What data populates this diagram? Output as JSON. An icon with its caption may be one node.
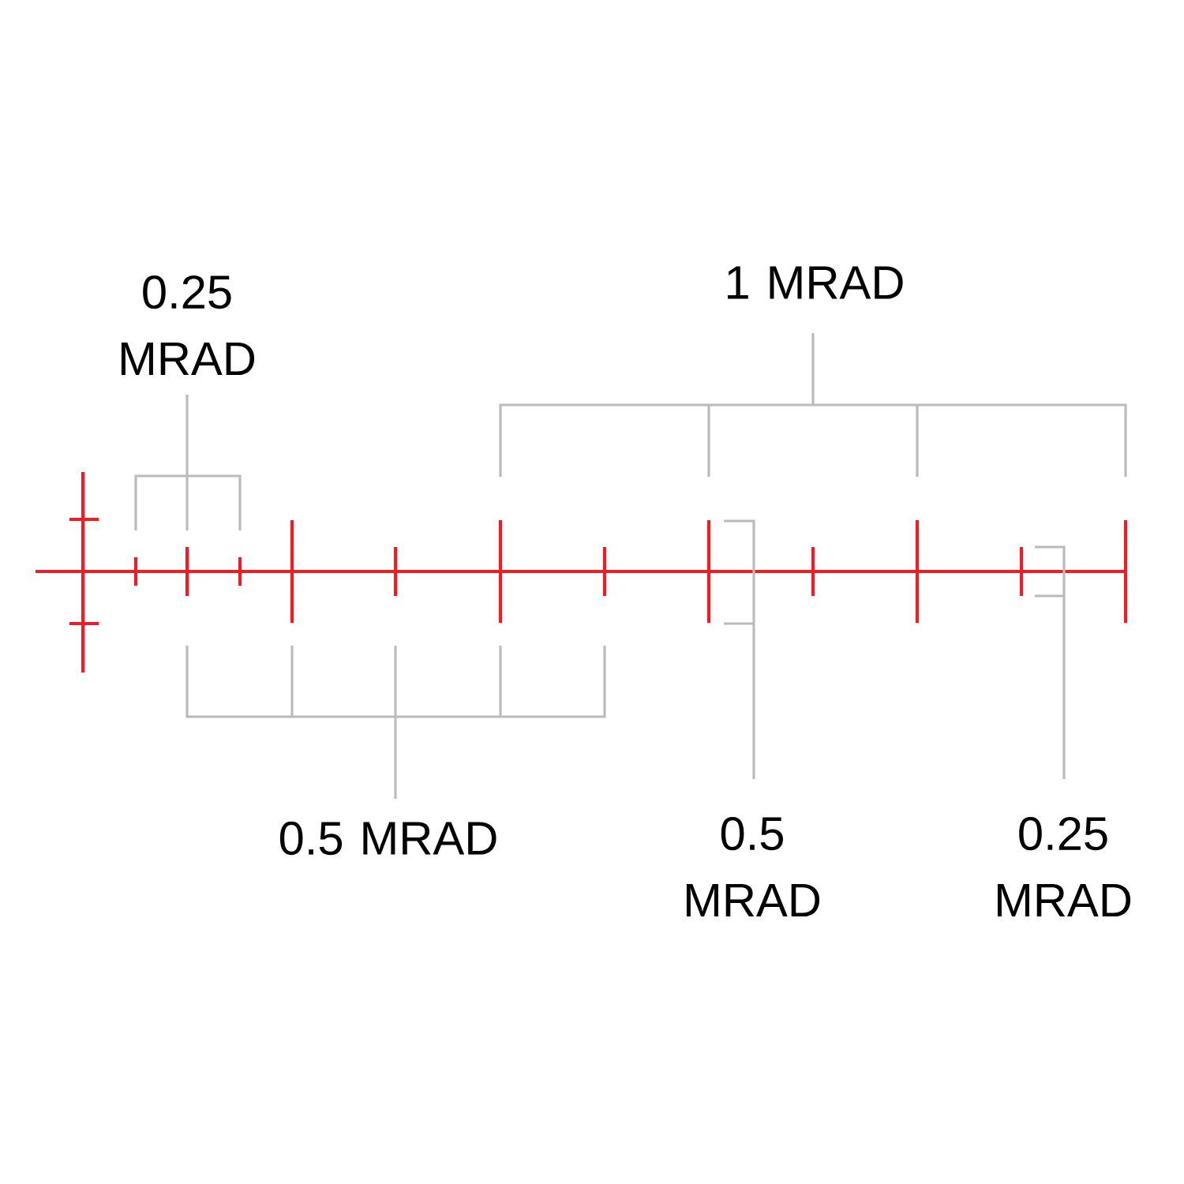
{
  "diagram": {
    "labels": [
      "0.25 MRAD",
      "1 MRAD",
      "0.5 MRAD",
      "0.5 MRAD",
      "0.25 MRAD"
    ]
  }
}
